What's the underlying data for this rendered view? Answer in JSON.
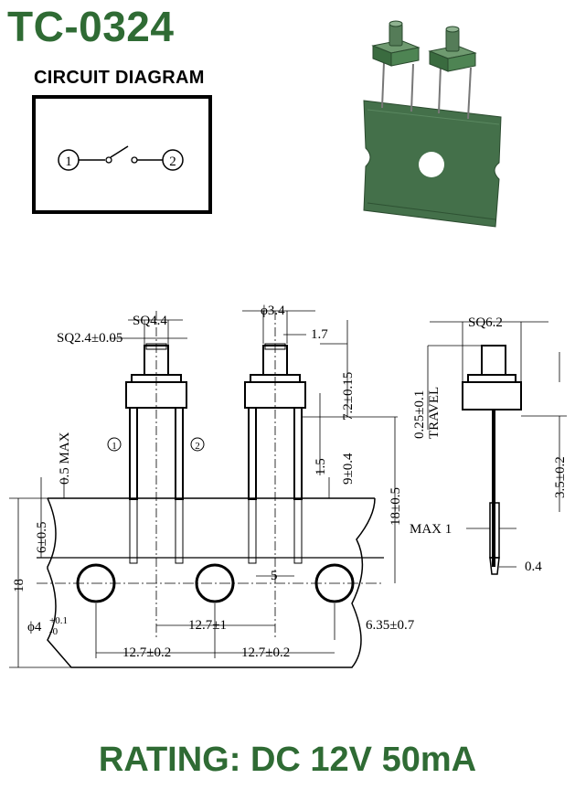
{
  "header": {
    "title": "TC-0324",
    "circuit_label": "CIRCUIT DIAGRAM"
  },
  "circuit": {
    "pin1": "1",
    "pin2": "2"
  },
  "dimensions": {
    "sq44": "SQ4.4",
    "sq24": "SQ2.4±0.05",
    "phi34": "ϕ3.4",
    "d17": "1.7",
    "d72": "7.2±0.15",
    "d05max": "0.5 MAX",
    "pin1": "1",
    "pin2": "2",
    "d15": "1.5",
    "d94": "9±0.4",
    "d185": "18±0.5",
    "d6": "6±0.5",
    "d18": "18",
    "d5": "5",
    "hole": "ϕ4",
    "hole_tol_top": "+0.1",
    "hole_tol_bot": "-0",
    "d127a": "12.7±1",
    "d635": "6.35±0.7",
    "d127b": "12.7±0.2",
    "d127c": "12.7±0.2",
    "sq62": "SQ6.2",
    "d025": "0.25±0.1",
    "travel": "TRAVEL",
    "d35": "3.5±0.2",
    "max1": "MAX 1",
    "d04": "0.4"
  },
  "footer": {
    "rating": "RATING: DC 12V 50mA"
  },
  "colors": {
    "brand_green": "#2f6b34",
    "tape_green": "#3f6e45"
  }
}
